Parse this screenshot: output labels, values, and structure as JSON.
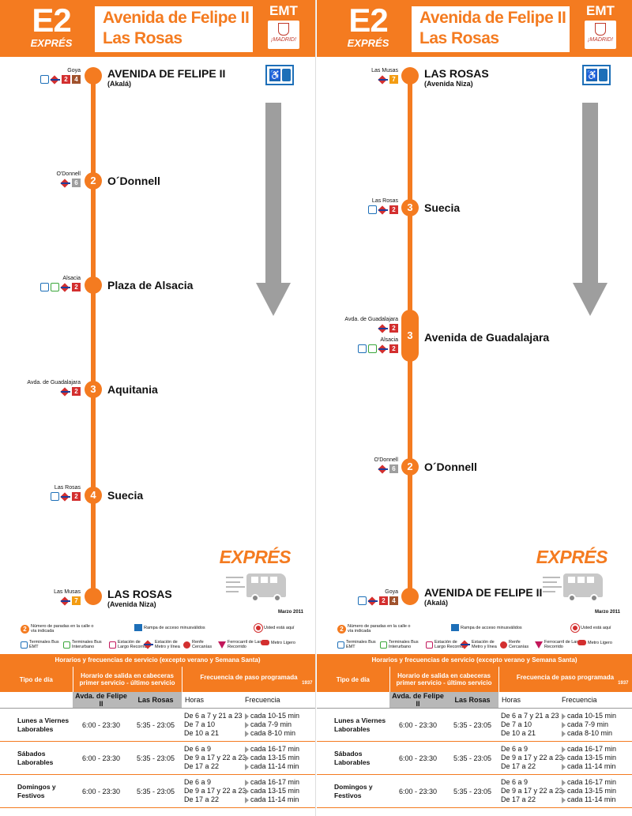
{
  "line_code": "E2",
  "line_tag": "EXPRÉS",
  "brand": "EMT",
  "madrid_label": "¡MADRID!",
  "direction_a": {
    "from": "Avenida de Felipe II",
    "to": "Las Rosas"
  },
  "arrow_icon": "down-arrow-icon",
  "accessibility_icon": "wheelchair-bus-icon",
  "expres_logo_text": "EXPRÉS",
  "date_note": "Marzo 2011",
  "left": {
    "stops": [
      {
        "name": "AVENIDA DE FELIPE II",
        "sub": "(Akalá)",
        "badge": "",
        "conn_name": "Goya",
        "lines": [
          "2",
          "4"
        ]
      },
      {
        "name": "O´Donnell",
        "sub": "",
        "badge": "2",
        "conn_name": "O'Donnell",
        "lines": [
          "6"
        ]
      },
      {
        "name": "Plaza de Alsacia",
        "sub": "",
        "badge": "",
        "conn_name": "Alsacia",
        "lines": [
          "2"
        ]
      },
      {
        "name": "Aquitania",
        "sub": "",
        "badge": "3",
        "conn_name": "Avda. de Guadalajara",
        "lines": [
          "2"
        ]
      },
      {
        "name": "Suecia",
        "sub": "",
        "badge": "4",
        "conn_name": "Las Rosas",
        "lines": [
          "2"
        ]
      },
      {
        "name": "LAS ROSAS",
        "sub": "(Avenida Niza)",
        "badge": "",
        "conn_name": "Las Musas",
        "lines": [
          "7"
        ]
      }
    ]
  },
  "right": {
    "stops": [
      {
        "name": "LAS ROSAS",
        "sub": "(Avenida Niza)",
        "badge": "",
        "conn_name": "Las Musas",
        "lines": [
          "7"
        ]
      },
      {
        "name": "Suecia",
        "sub": "",
        "badge": "3",
        "conn_name": "Las Rosas",
        "lines": [
          "2"
        ]
      },
      {
        "name": "Avenida de Guadalajara",
        "sub": "",
        "badge": "3",
        "conn_name": "Avda. de Guadalajara",
        "conn_name2": "Alsacia",
        "lines": [
          "2"
        ]
      },
      {
        "name": "O´Donnell",
        "sub": "",
        "badge": "2",
        "conn_name": "O'Donnell",
        "lines": [
          "6"
        ]
      },
      {
        "name": "AVENIDA DE FELIPE II",
        "sub": "(Akalá)",
        "badge": "",
        "conn_name": "Goya",
        "lines": [
          "2",
          "4"
        ]
      }
    ]
  },
  "legend": {
    "stops_count": "Número de paradas en la calle o vía indicada",
    "ramp": "Rampa de acceso minusválidos",
    "you_are_here": "Usted está aquí",
    "terminal_emt": "Terminales Bus EMT",
    "terminal_inter": "Terminales Bus Interurbano",
    "long_distance": "Estación de Largo Recorrido",
    "metro": "Estación de Metro y línea",
    "renfe": "Renfe Cercanías",
    "rail_long": "Ferrocarril de Largo Recorrido",
    "metro_ligero": "Metro Ligero"
  },
  "schedule": {
    "title": "Horarios y frecuencias de servicio (excepto verano y Semana Santa)",
    "col_tipo": "Tipo de día",
    "col_salida": "Horario de salida en cabeceras primer servicio - último servicio",
    "col_frecuencia": "Frecuencia de paso programada",
    "year": "1937",
    "term_a": "Avda. de Felipe II",
    "term_b": "Las Rosas",
    "col_horas": "Horas",
    "col_frec": "Frecuencia",
    "rows": [
      {
        "tipo1": "Lunes a Viernes",
        "tipo2": "Laborables",
        "a": "6:00 - 23:30",
        "b": "5:35 - 23:05",
        "horas": [
          "De 6 a 7 y 21 a 23",
          "De 7 a 10",
          "De 10 a 21"
        ],
        "frec": [
          "cada 10-15 min",
          "cada 7-9 min",
          "cada 8-10 min"
        ]
      },
      {
        "tipo1": "Sábados",
        "tipo2": "Laborables",
        "a": "6:00 - 23:30",
        "b": "5:35 - 23:05",
        "horas": [
          "De 6 a 9",
          "De 9 a 17 y 22 a 23",
          "De 17 a 22"
        ],
        "frec": [
          "cada 16-17 min",
          "cada 13-15 min",
          "cada 11-14 min"
        ]
      },
      {
        "tipo1": "Domingos y",
        "tipo2": "Festivos",
        "a": "6:00 - 23:30",
        "b": "5:35 - 23:05",
        "horas": [
          "De 6 a 9",
          "De 9 a 17 y 22 a 23",
          "De 17 a 22"
        ],
        "frec": [
          "cada 16-17 min",
          "cada 13-15 min",
          "cada 11-14 min"
        ]
      }
    ]
  }
}
